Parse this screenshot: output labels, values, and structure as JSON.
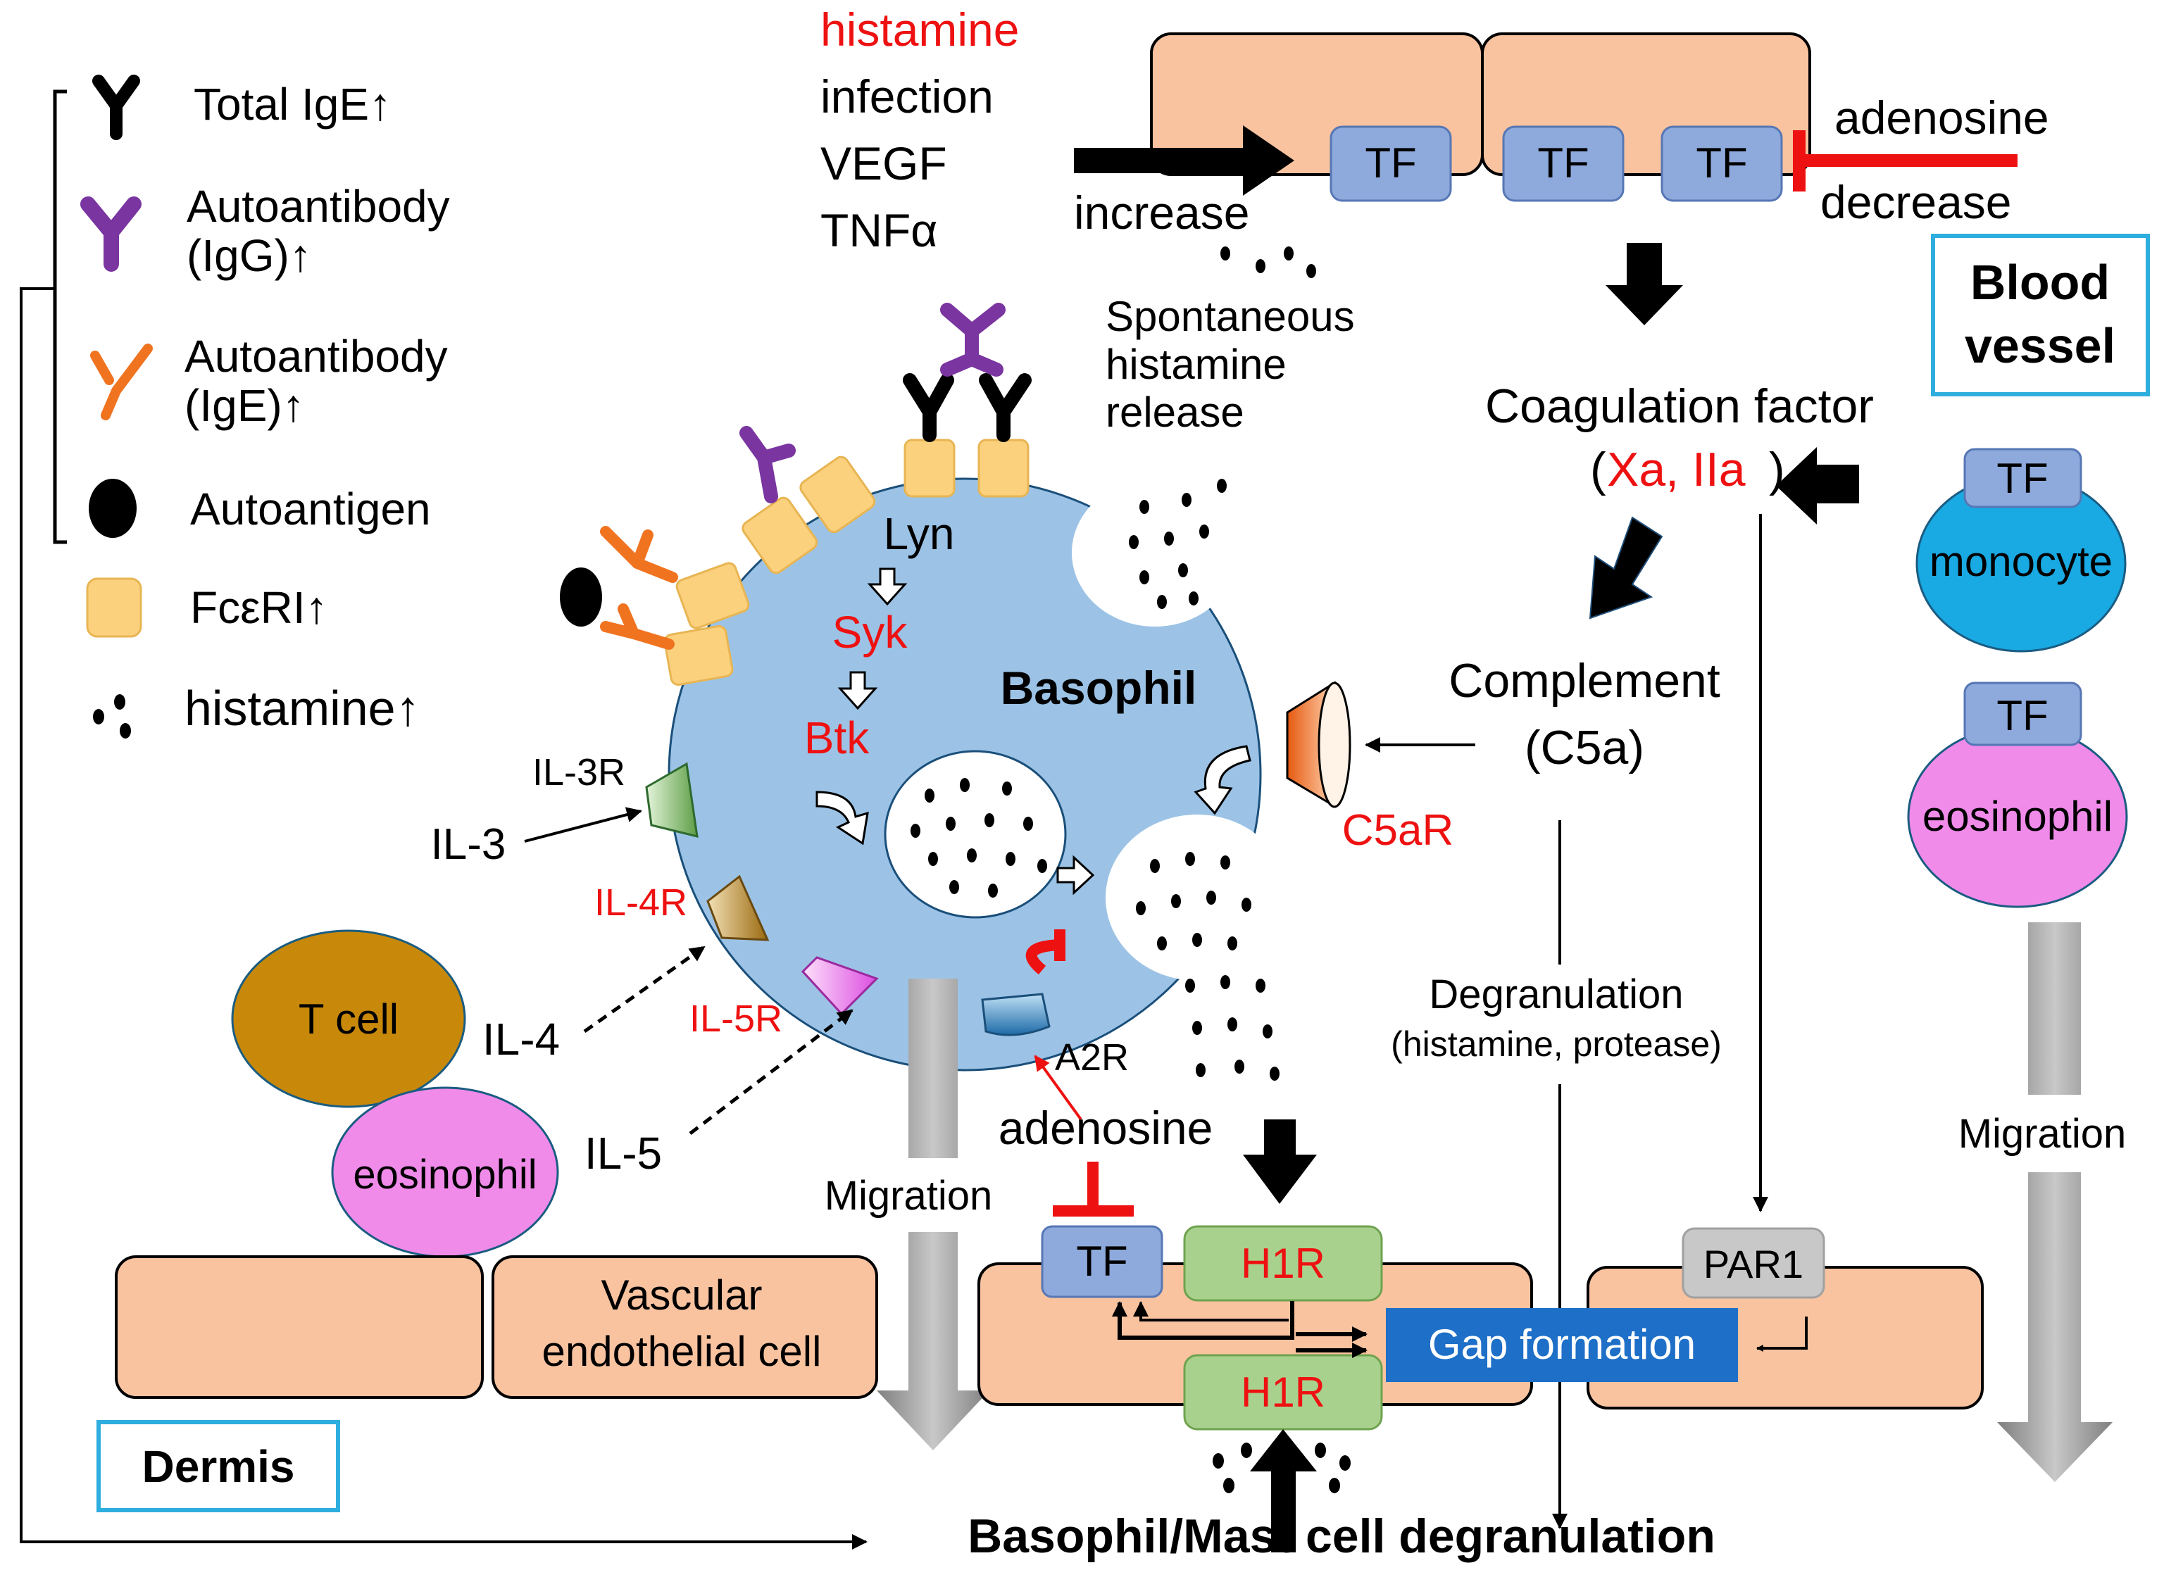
{
  "legend": {
    "total_ige": "Total IgE↑",
    "autoantibody_igg_line1": "Autoantibody",
    "autoantibody_igg_line2": "(IgG)↑",
    "autoantibody_ige_line1": "Autoantibody",
    "autoantibody_ige_line2": "(IgE)↑",
    "autoantigen": "Autoantigen",
    "fceri": "FcεRI↑",
    "histamine": "histamine↑"
  },
  "triggers": {
    "histamine": "histamine",
    "infection": "infection",
    "vegf": "VEGF",
    "tnfa": "TNFα"
  },
  "tf_top": {
    "increase": "increase",
    "adenosine": "adenosine",
    "decrease": "decrease",
    "tf": "TF"
  },
  "spontaneous": {
    "line1": "Spontaneous",
    "line2": "histamine",
    "line3": "release"
  },
  "blood_vessel": {
    "line1": "Blood",
    "line2": "vessel"
  },
  "coagulation": {
    "label": "Coagulation factor",
    "open": "(",
    "factors": "Xa, IIa",
    "close": ")"
  },
  "monocyte": {
    "tf": "TF",
    "label": "monocyte"
  },
  "eosinophil_blood": {
    "tf": "TF",
    "label": "eosinophil"
  },
  "complement": {
    "line1": "Complement",
    "line2": "(C5a)"
  },
  "basophil": {
    "label": "Basophil",
    "lyn": "Lyn",
    "syk": "Syk",
    "btk": "Btk",
    "c5ar": "C5aR",
    "il3r": "IL-3R",
    "il4r": "IL-4R",
    "il5r": "IL-5R",
    "a2r": "A2R"
  },
  "cytokines": {
    "il3": "IL-3",
    "il4": "IL-4",
    "il5": "IL-5"
  },
  "cells": {
    "tcell": "T cell",
    "eosinophil": "eosinophil"
  },
  "degranulation": {
    "line1": "Degranulation",
    "line2": "(histamine, protease)"
  },
  "migration": {
    "center": "Migration",
    "right": "Migration"
  },
  "adenosine_bottom": "adenosine",
  "vascular": {
    "line1": "Vascular",
    "line2": "endothelial  cell"
  },
  "bottom": {
    "tf": "TF",
    "h1r_top": "H1R",
    "h1r_bottom": "H1R",
    "gap": "Gap formation",
    "par1": "PAR1",
    "final": "Basophil/Mast cell degranulation"
  },
  "dermis": "Dermis",
  "colors": {
    "red": "#ee1111",
    "endothelial": "#f9c3a0",
    "basophil": "#9cc3e6",
    "tf": "#8ea9db",
    "h1r": "#a9d18e",
    "gap": "#1e6fc7",
    "monocyte": "#19a9e3",
    "eosinophil": "#f08bea",
    "tcell": "#c8890a",
    "fceri": "#fbd17e",
    "igg": "#7a35a0",
    "ige_auto": "#f07320"
  }
}
